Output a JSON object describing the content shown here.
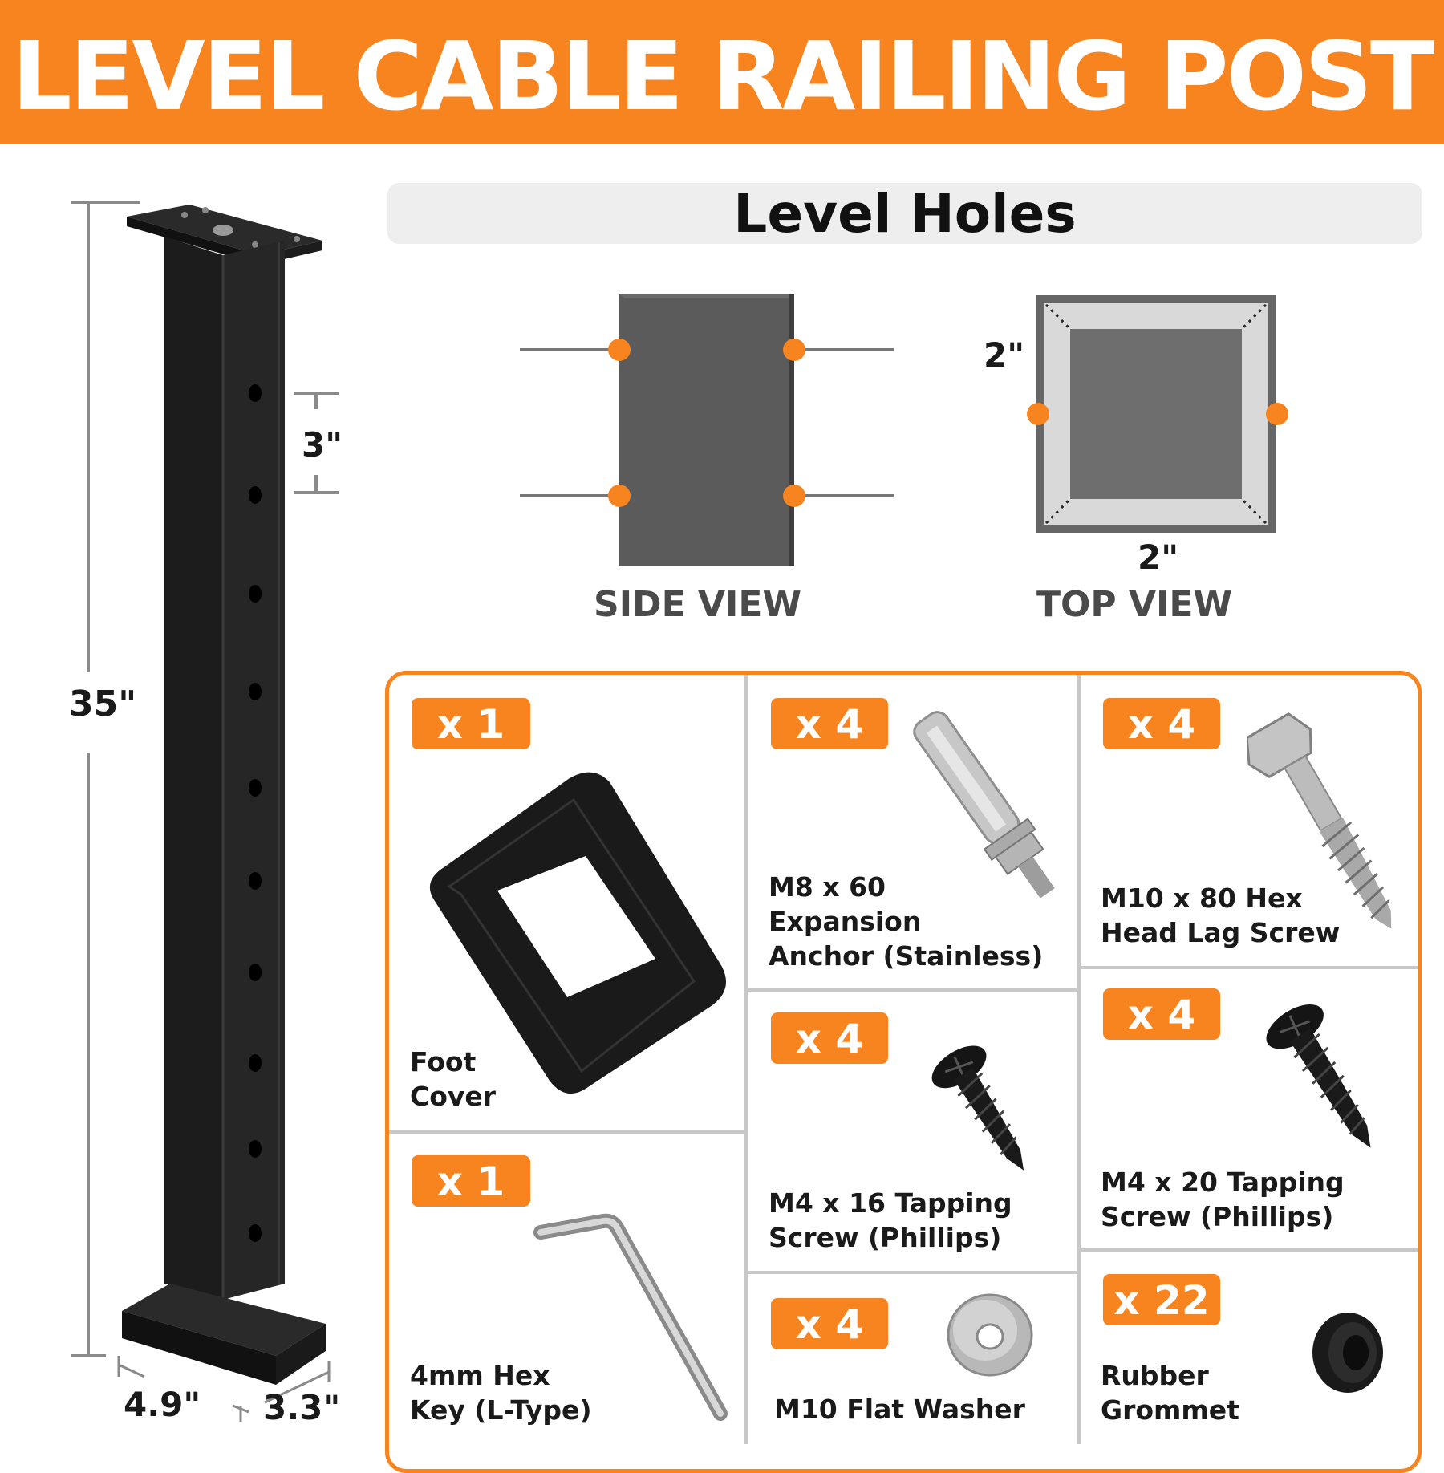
{
  "header": {
    "title": "LEVEL CABLE RAILING POST"
  },
  "dimensions": {
    "height": "35\"",
    "hole_spacing": "3\"",
    "base_length": "4.9\"",
    "base_width": "3.3\""
  },
  "level_holes": {
    "title": "Level Holes",
    "side_view_label": "SIDE VIEW",
    "top_view_label": "TOP VIEW",
    "top_view_height": "2\"",
    "top_view_width": "2\""
  },
  "kit": {
    "foot_cover": {
      "qty": "x 1",
      "name_lines": [
        "Foot",
        "Cover"
      ]
    },
    "hex_key": {
      "qty": "x 1",
      "name_lines": [
        "4mm Hex",
        "Key (L-Type)"
      ]
    },
    "expansion_anchor": {
      "qty": "x 4",
      "name_lines": [
        "M8 x 60",
        "Expansion",
        "Anchor (Stainless)"
      ]
    },
    "tapping_screw_16": {
      "qty": "x 4",
      "name_lines": [
        "M4 x 16 Tapping",
        "Screw (Phillips)"
      ]
    },
    "flat_washer": {
      "qty": "x 4",
      "name_lines": [
        "M10 Flat Washer"
      ]
    },
    "lag_screw": {
      "qty": "x 4",
      "name_lines": [
        "M10 x 80 Hex",
        "Head Lag Screw"
      ]
    },
    "tapping_screw_20": {
      "qty": "x 4",
      "name_lines": [
        "M4 x 20 Tapping",
        "Screw (Phillips)"
      ]
    },
    "grommet": {
      "qty": "x 22",
      "name_lines": [
        "Rubber",
        "Grommet"
      ]
    }
  },
  "colors": {
    "accent": "#f7841f",
    "post": "#1b1b1b",
    "dimension_line": "#8a8a8a"
  },
  "icons": [
    "post-image",
    "foot-cover-icon",
    "hex-key-icon",
    "expansion-anchor-icon",
    "tapping-screw-icon",
    "flat-washer-icon",
    "lag-screw-icon",
    "grommet-icon"
  ]
}
